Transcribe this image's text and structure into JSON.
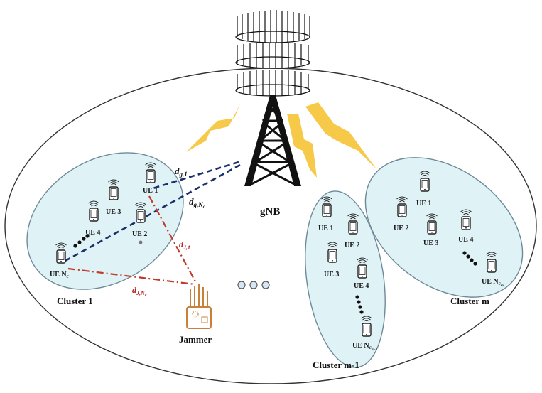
{
  "labels": {
    "gnb": "gNB",
    "jammer": "Jammer",
    "cluster1": "Cluster 1",
    "cluster_m1": "Cluster m-1",
    "cluster_m": "Cluster m"
  },
  "distances": {
    "dg1_main": "d",
    "dg1_sub": "g,1",
    "dgn_main": "d",
    "dgn_sub": "g,N",
    "dgn_subsub": "c",
    "dj1_main": "d",
    "dj1_sub": "J,1",
    "djn_main": "d",
    "djn_sub": "J,N",
    "djn_subsub": "c"
  },
  "cluster1_ues": {
    "ue1": "UE 1",
    "ue2": "UE 2",
    "ue3": "UE 3",
    "ue4": "UE 4",
    "uen_pre": "UE N",
    "uen_sub": "c"
  },
  "cluster_m1_ues": {
    "ue1": "UE 1",
    "ue2": "UE 2",
    "ue3": "UE 3",
    "ue4": "UE 4",
    "uen_pre": "UE N",
    "uen_sub": "c",
    "uen_subsub": "m-1"
  },
  "cluster_m_ues": {
    "ue1": "UE 1",
    "ue2": "UE 2",
    "ue3": "UE 3",
    "ue4": "UE 4",
    "uen_pre": "UE N",
    "uen_sub": "c",
    "uen_subsub": "m"
  },
  "colors": {
    "cluster_fill": "#dff3f7",
    "cluster_stroke": "#6e8a99",
    "bolt": "#f7c948",
    "gnb_link": "#1a2f6b",
    "jammer_link": "#c0392b",
    "jammer_body": "#c8803a",
    "dots_fill": "#d6e6f5"
  }
}
